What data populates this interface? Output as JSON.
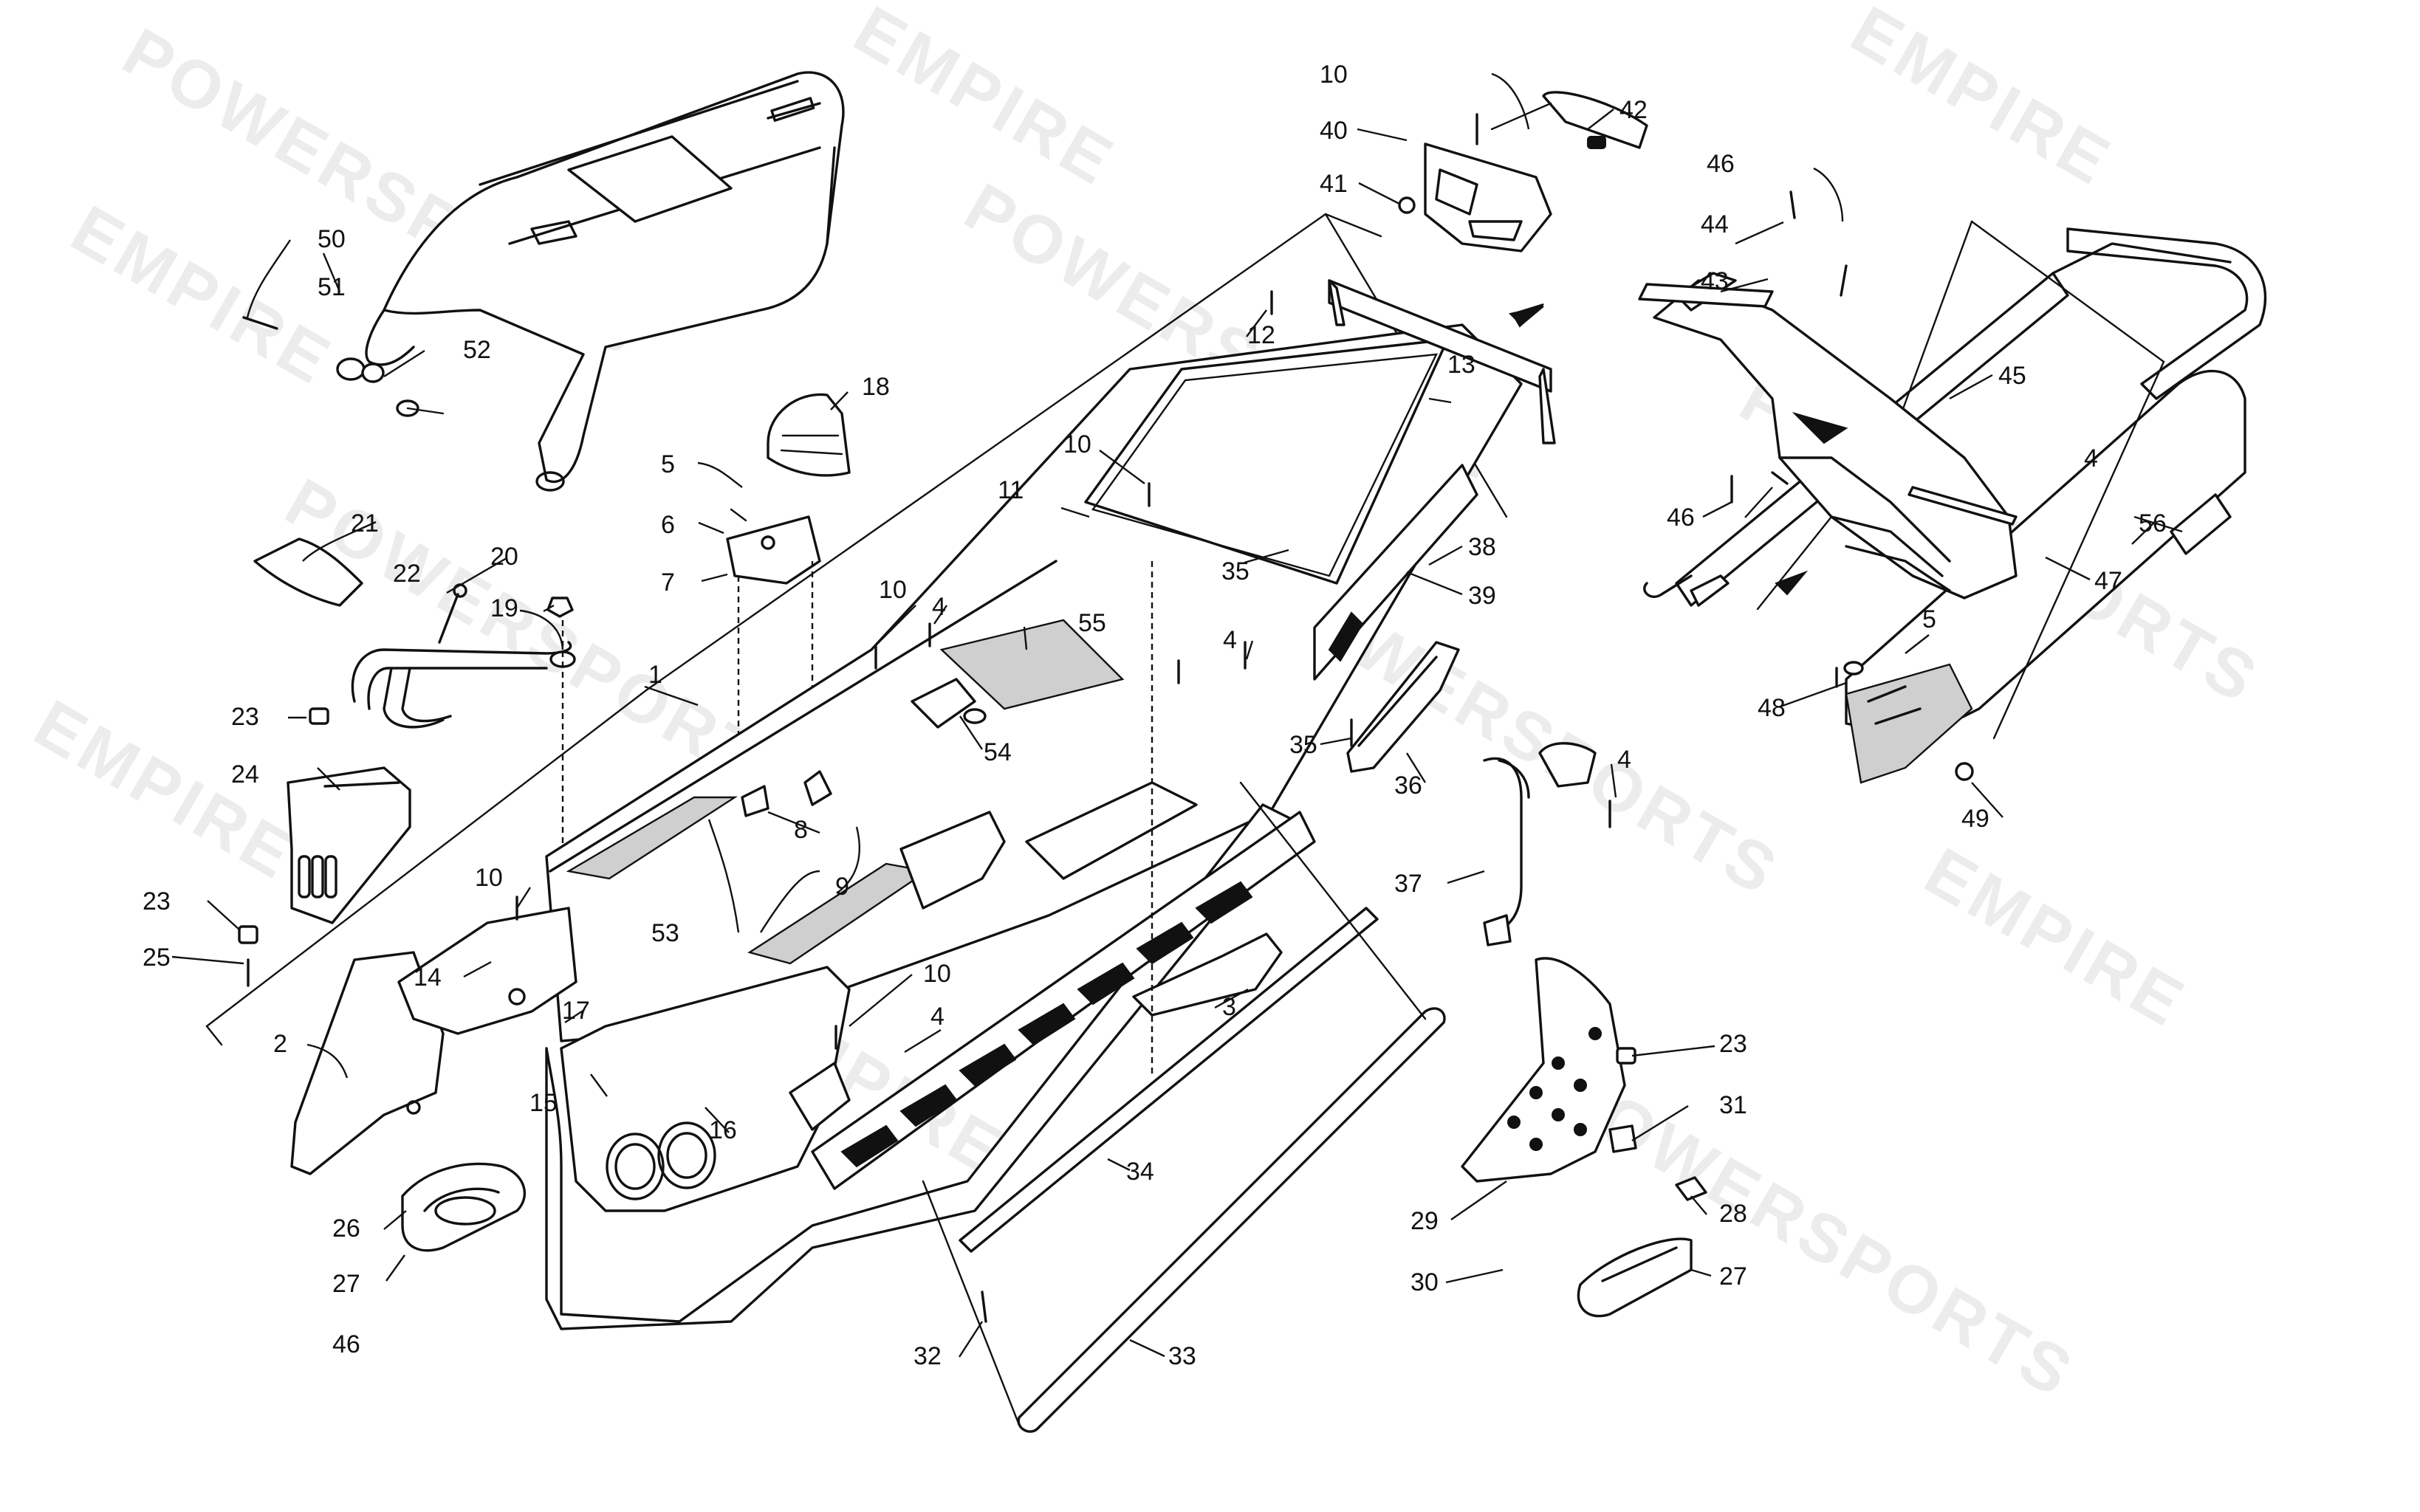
{
  "watermark": {
    "word_1": "EMPIRE",
    "word_2": "POWERSPORTS",
    "word_3": "EMPIRE",
    "word_4": "POWERSPORTS",
    "word_5": "EMPIRE",
    "word_6": "POWERSPORTS",
    "word_7": "EMPIRE",
    "word_8": "POWERSPORTS",
    "word_9": "EMPIRE",
    "word_10": "POWERSPORTS",
    "word_11": "EMPIRE",
    "word_12": "POWERSPORTS"
  },
  "callouts": {
    "c1": "1",
    "c2": "2",
    "c3": "3",
    "c4a": "4",
    "c4b": "4",
    "c4c": "4",
    "c4d": "4",
    "c4e": "4",
    "c5a": "5",
    "c5b": "5",
    "c6": "6",
    "c7": "7",
    "c8": "8",
    "c9": "9",
    "c10a": "10",
    "c10b": "10",
    "c10c": "10",
    "c10d": "10",
    "c10e": "10",
    "c11": "11",
    "c12": "12",
    "c13": "13",
    "c14": "14",
    "c15": "15",
    "c16": "16",
    "c17": "17",
    "c18": "18",
    "c19": "19",
    "c20": "20",
    "c21": "21",
    "c22": "22",
    "c23a": "23",
    "c23b": "23",
    "c23c": "23",
    "c24": "24",
    "c25": "25",
    "c26": "26",
    "c27a": "27",
    "c27b": "27",
    "c28": "28",
    "c29": "29",
    "c30": "30",
    "c31": "31",
    "c32": "32",
    "c33": "33",
    "c34": "34",
    "c35a": "35",
    "c35b": "35",
    "c36": "36",
    "c37": "37",
    "c38": "38",
    "c39": "39",
    "c40": "40",
    "c41": "41",
    "c42": "42",
    "c43": "43",
    "c44": "44",
    "c45": "45",
    "c46a": "46",
    "c46b": "46",
    "c46c": "46",
    "c47": "47",
    "c48": "48",
    "c49": "49",
    "c50": "50",
    "c51": "51",
    "c52": "52",
    "c53": "53",
    "c54": "54",
    "c55": "55",
    "c56": "56"
  }
}
